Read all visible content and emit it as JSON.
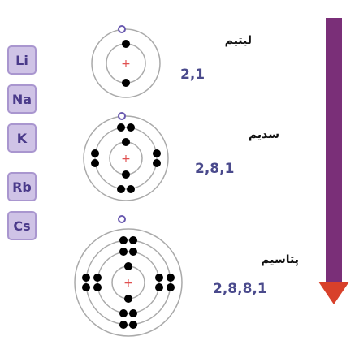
{
  "elements": [
    {
      "symbol": "Li"
    },
    {
      "symbol": "Na"
    },
    {
      "symbol": "K"
    },
    {
      "symbol": "Rb"
    },
    {
      "symbol": "Cs"
    }
  ],
  "atoms": [
    {
      "name": "ليتيم",
      "config": "2,1",
      "shells": [
        2,
        1
      ]
    },
    {
      "name": "سديم",
      "config": "2,8,1",
      "shells": [
        2,
        8,
        1
      ]
    },
    {
      "name": "پتاسيم",
      "config": "2,8,8,1",
      "shells": [
        2,
        8,
        8,
        1
      ]
    }
  ],
  "nucleus_symbol": "+",
  "colors": {
    "arrow": "#7a2f78",
    "arrow_head": "#d8402a",
    "element_bg": "#cfc3e6",
    "element_text": "#4a3a8a",
    "config_text": "#4a4a8c",
    "nucleus": "#e05050",
    "electron": "#000000",
    "valence_marker": "#6a5ab0"
  }
}
